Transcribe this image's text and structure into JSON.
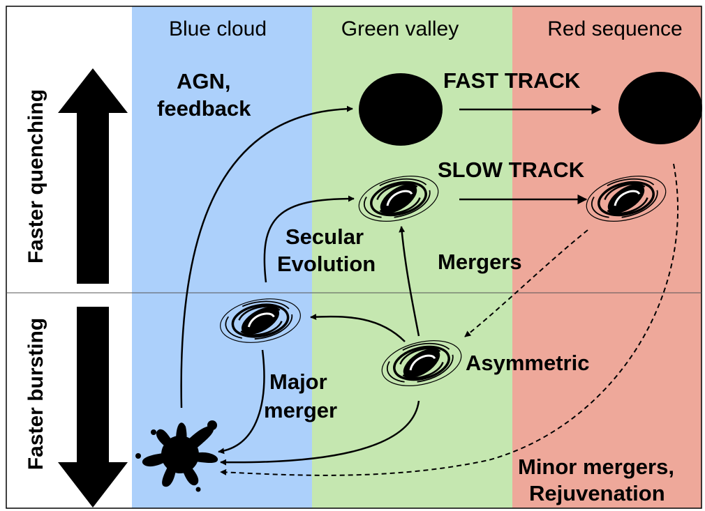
{
  "columns": {
    "blue": {
      "title": "Blue cloud",
      "color": "#acd0fb"
    },
    "green": {
      "title": "Green valley",
      "color": "#c5e7b0"
    },
    "red": {
      "title": "Red sequence",
      "color": "#eea89a"
    }
  },
  "axis": {
    "up_label": "Faster quenching",
    "down_label": "Faster bursting"
  },
  "tracks": {
    "fast": "FAST TRACK",
    "slow": "SLOW TRACK"
  },
  "processes": {
    "agn_line1": "AGN,",
    "agn_line2": "feedback",
    "secular_line1": "Secular",
    "secular_line2": "Evolution",
    "mergers": "Mergers",
    "asymmetric": "Asymmetric",
    "major_line1": "Major",
    "major_line2": "merger",
    "minor_line1": "Minor mergers,",
    "minor_line2": "Rejuvenation"
  }
}
